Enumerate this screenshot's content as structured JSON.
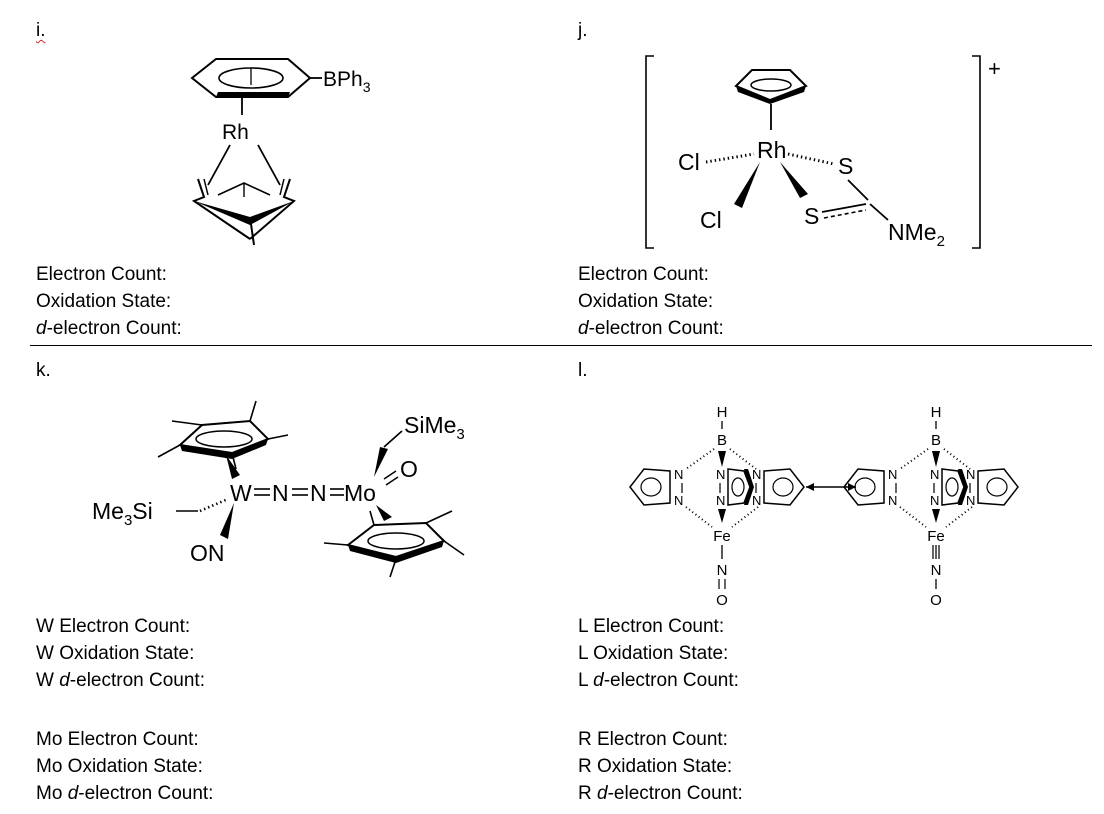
{
  "problems": {
    "i": {
      "label": "i.",
      "ligand_label": "BPh",
      "ligand_sub": "3",
      "metal": "Rh",
      "questions": {
        "electron_count": "Electron Count:",
        "oxidation_state": "Oxidation State:",
        "d_prefix": "d",
        "d_rest": "-electron Count:"
      }
    },
    "j": {
      "label": "j.",
      "metal": "Rh",
      "cl1": "Cl",
      "cl2": "Cl",
      "s1": "S",
      "s2": "S",
      "nme2": "NMe",
      "nme2_sub": "2",
      "charge": "+",
      "questions": {
        "electron_count": "Electron Count:",
        "oxidation_state": "Oxidation State:",
        "d_prefix": "d",
        "d_rest": "-electron Count:"
      }
    },
    "k": {
      "label": "k.",
      "w": "W",
      "mo": "Mo",
      "n1": "N",
      "n2": "N",
      "on": "ON",
      "o": "O",
      "me3si": "Me",
      "me3si_sub": "3",
      "me3si_tail": "Si",
      "sime3": "SiMe",
      "sime3_sub": "3",
      "w_questions": {
        "electron_count": "W Electron Count:",
        "oxidation_state": "W Oxidation State:",
        "d_pre": "W ",
        "d_prefix": "d",
        "d_rest": "-electron Count:"
      },
      "mo_questions": {
        "electron_count": "Mo Electron Count:",
        "oxidation_state": "Mo Oxidation State:",
        "d_pre": "Mo ",
        "d_prefix": "d",
        "d_rest": "-electron Count:"
      }
    },
    "l": {
      "label": "l.",
      "h": "H",
      "b": "B",
      "fe": "Fe",
      "n": "N",
      "o": "O",
      "l_questions": {
        "electron_count": "L Electron Count:",
        "oxidation_state": "L Oxidation State:",
        "d_pre": "L ",
        "d_prefix": "d",
        "d_rest": "-electron Count:"
      },
      "r_questions": {
        "electron_count": "R Electron Count:",
        "oxidation_state": "R Oxidation State:",
        "d_pre": "R ",
        "d_prefix": "d",
        "d_rest": "-electron Count:"
      }
    }
  }
}
